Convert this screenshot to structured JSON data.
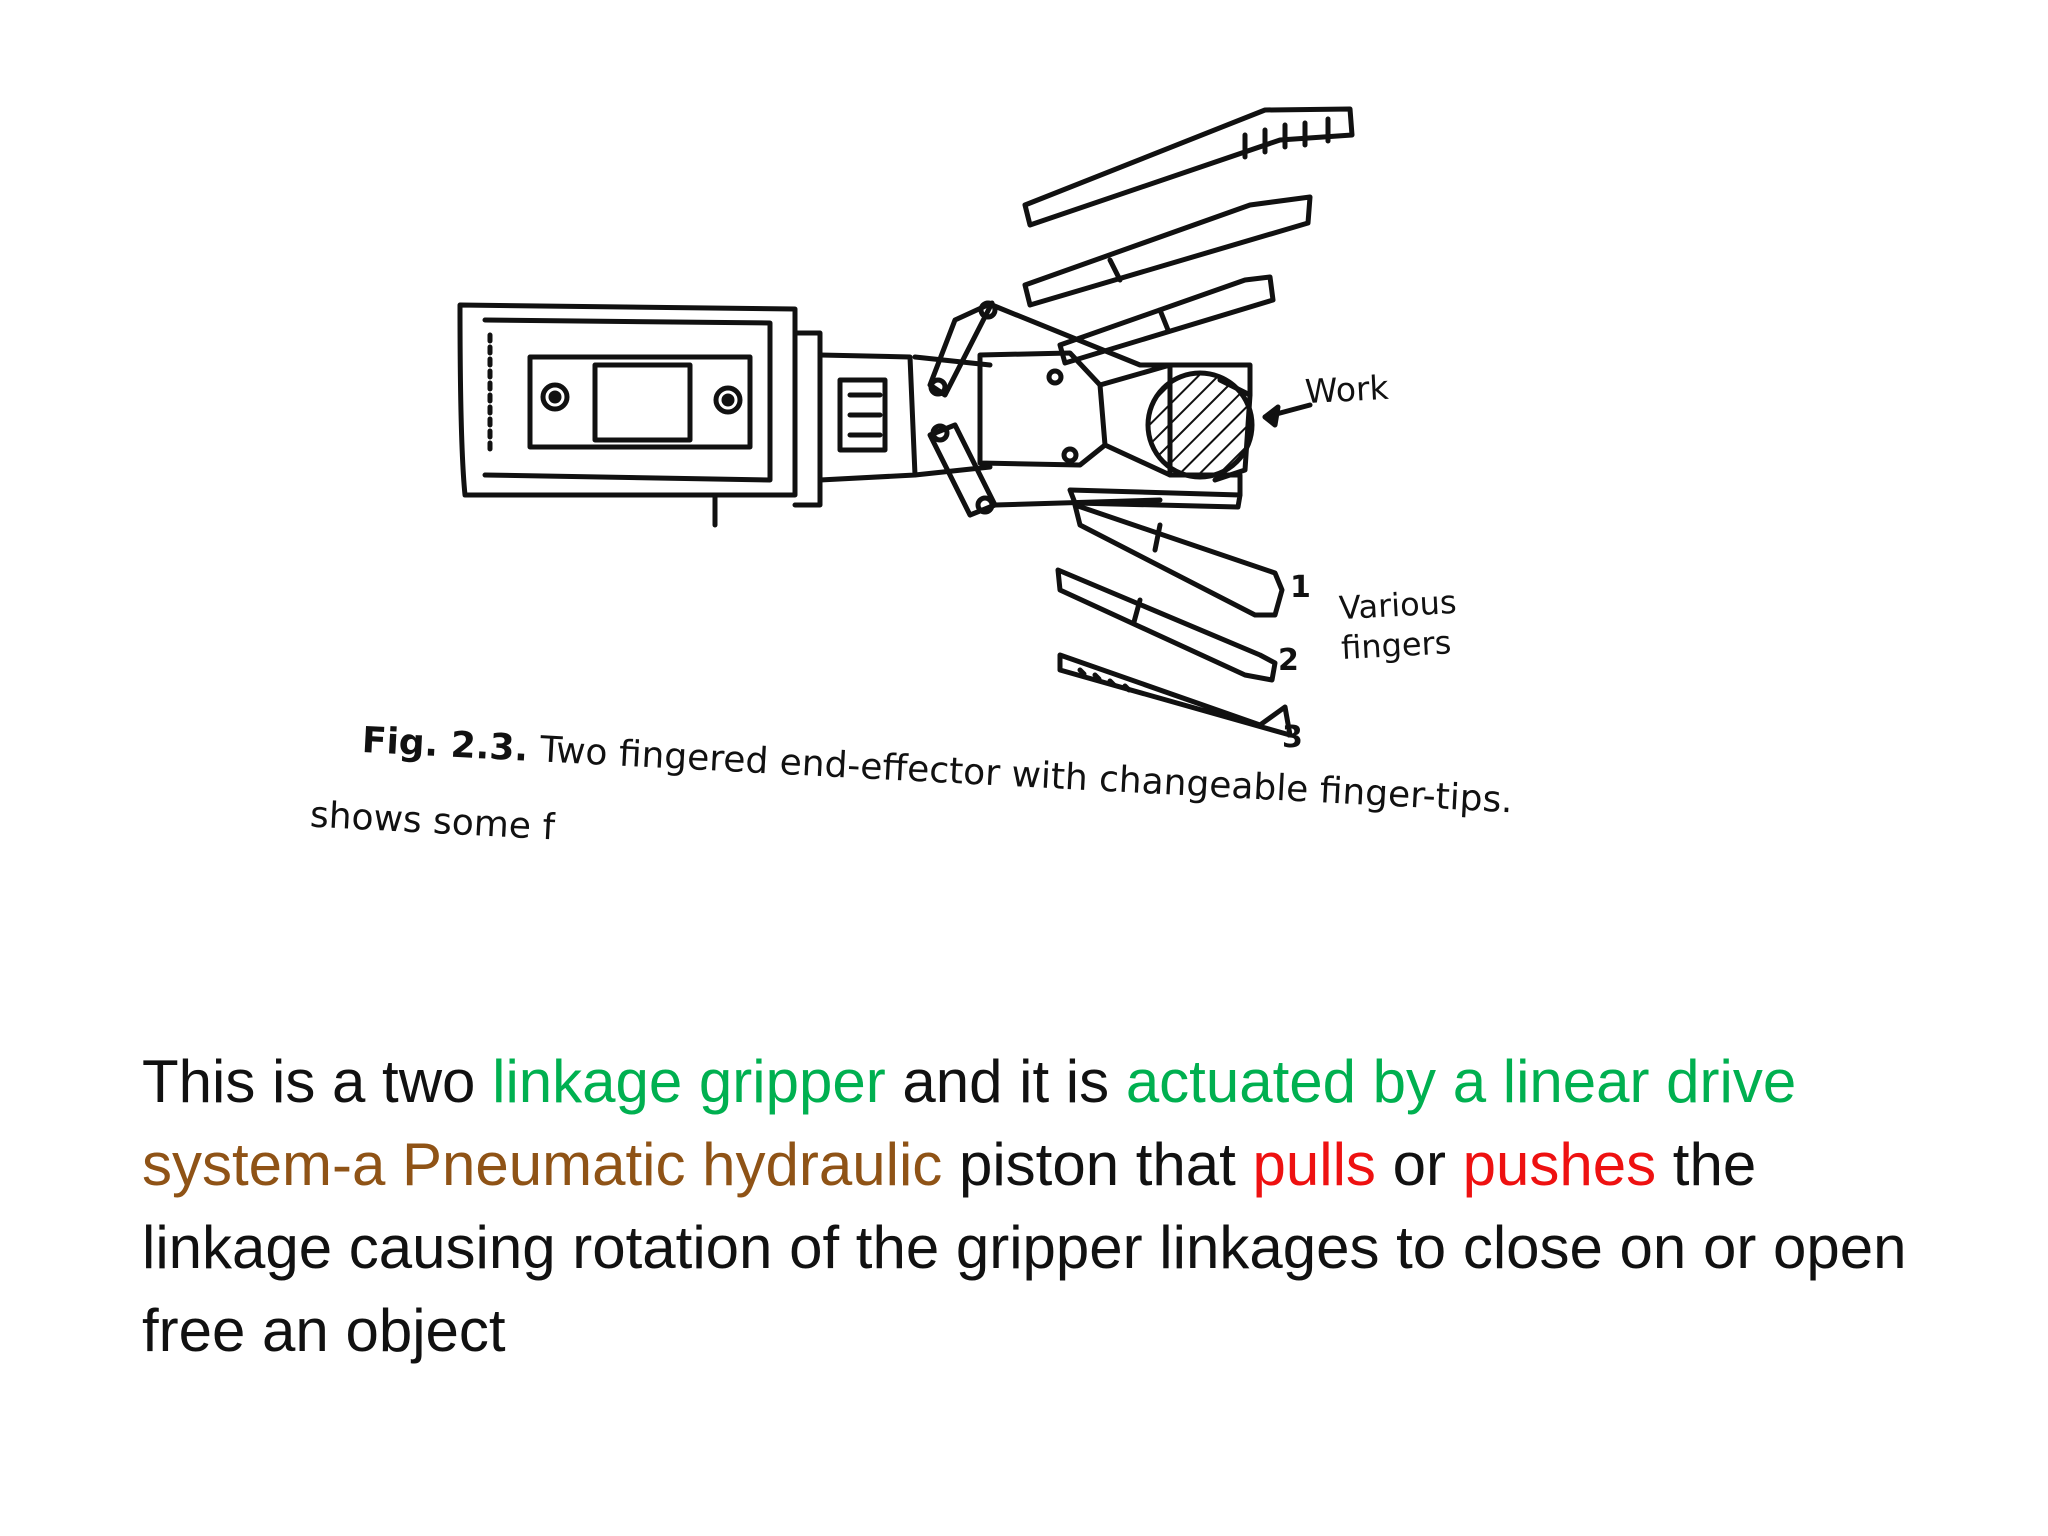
{
  "figure": {
    "labels": {
      "work": "Work",
      "finger_1": "1",
      "finger_2": "2",
      "finger_3": "3",
      "various_line1": "Various",
      "various_line2": "fingers"
    },
    "caption": {
      "number": "Fig. 2.3.",
      "text": "Two fingered end-effector with changeable finger-tips."
    },
    "cut_off_line": "shows some f"
  },
  "paragraph": {
    "s1": "This is a two ",
    "s2": "linkage gripper",
    "s3": " and it is ",
    "s4": "actuated by a linear drive system-a Pneumatic hydraulic",
    "s5": " piston that ",
    "s6": "pulls",
    "s7": " or ",
    "s8": "pushes",
    "s9": " the linkage causing rotation of the gripper linkages to close on or open free an object"
  },
  "colors": {
    "text": "#111111",
    "green": "#00b050",
    "brown": "#8f5316",
    "red": "#ee1111"
  }
}
